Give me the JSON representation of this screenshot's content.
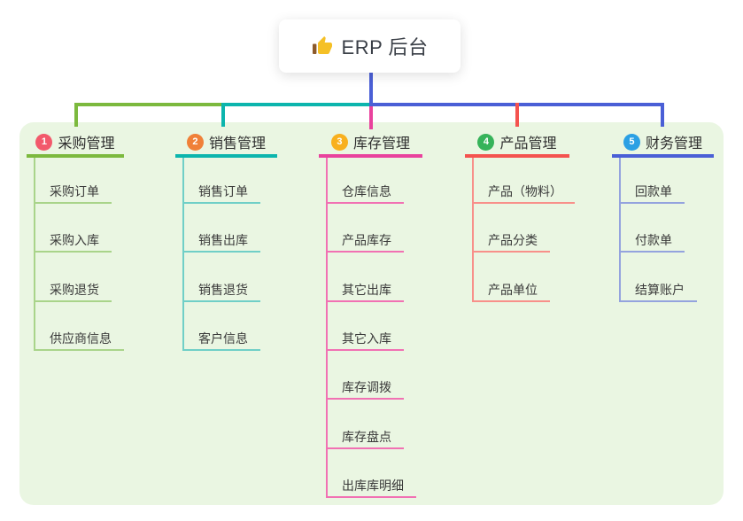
{
  "root": {
    "label": "ERP 后台",
    "icon": "thumbs-up-icon"
  },
  "colors": {
    "page_bg": "#FFFFFF",
    "panel_bg": "#EAF6E2",
    "root_line": "#4A5FD6",
    "title_text": "#3A3F47",
    "node_text": "#333333",
    "thumb_yellow": "#F5C026",
    "thumb_cuff": "#8C5A2B"
  },
  "branches": [
    {
      "number": "1",
      "label": "采购管理",
      "badge_color": "#F2596B",
      "line_color": "#7CB93E",
      "child_line_color": "#A9D48A",
      "children": [
        "采购订单",
        "采购入库",
        "采购退货",
        "供应商信息"
      ]
    },
    {
      "number": "2",
      "label": "销售管理",
      "badge_color": "#F08038",
      "line_color": "#0CB5AD",
      "child_line_color": "#70CFC7",
      "children": [
        "销售订单",
        "销售出库",
        "销售退货",
        "客户信息"
      ]
    },
    {
      "number": "3",
      "label": "库存管理",
      "badge_color": "#F8B01E",
      "line_color": "#E9429D",
      "child_line_color": "#F171B3",
      "children": [
        "仓库信息",
        "产品库存",
        "其它出库",
        "其它入库",
        "库存调拨",
        "库存盘点",
        "出库库明细"
      ]
    },
    {
      "number": "4",
      "label": "产品管理",
      "badge_color": "#36B35A",
      "line_color": "#F4534F",
      "child_line_color": "#F8908A",
      "children": [
        "产品（物料）",
        "产品分类",
        "产品单位"
      ]
    },
    {
      "number": "5",
      "label": "财务管理",
      "badge_color": "#2BA0E4",
      "line_color": "#4A5FD6",
      "child_line_color": "#94A3DE",
      "children": [
        "回款单",
        "付款单",
        "结算账户"
      ]
    }
  ]
}
